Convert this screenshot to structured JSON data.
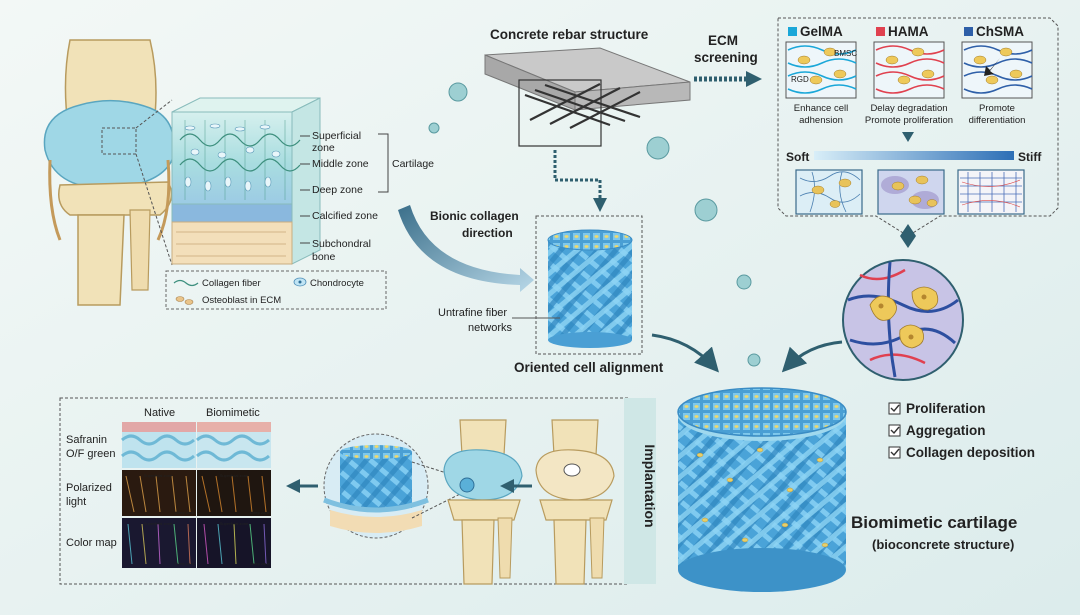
{
  "top": {
    "rebar_title": "Concrete rebar structure",
    "ecm_line1": "ECM",
    "ecm_line2": "screening"
  },
  "cartilage_layers": {
    "superficial_line1": "Superficial",
    "superficial_line2": "zone",
    "middle": "Middle zone",
    "deep": "Deep zone",
    "cartilage": "Cartilage",
    "calcified": "Calcified zone",
    "subchondral_line1": "Subchondral",
    "subchondral_line2": "bone"
  },
  "legend": {
    "collagen": "Collagen fiber",
    "chondrocyte": "Chondrocyte",
    "osteoblast": "Osteoblast in ECM"
  },
  "bionic": {
    "line1": "Bionic collagen",
    "line2": "direction",
    "fiber_line1": "Untrafine fiber",
    "fiber_line2": "networks",
    "oriented": "Oriented cell alignment"
  },
  "ecm_panels": [
    {
      "name": "GelMA",
      "color": "#1aa7d8",
      "desc1": "Enhance cell",
      "desc2": "adhension"
    },
    {
      "name": "HAMA",
      "color": "#e0414f",
      "desc1": "Delay degradation",
      "desc2": "Promote proliferation"
    },
    {
      "name": "ChSMA",
      "color": "#2e5fa8",
      "desc1": "Promote",
      "desc2": "differentiation"
    }
  ],
  "ecm_labels": {
    "bmsc": "BMSC",
    "rgd": "RGD"
  },
  "stiffness": {
    "soft": "Soft",
    "stiff": "Stiff"
  },
  "outcomes": [
    "Proliferation",
    "Aggregation",
    "Collagen deposition"
  ],
  "result": {
    "title": "Biomimetic cartilage",
    "subtitle": "(bioconcrete structure)"
  },
  "implantation": "Implantation",
  "histology": {
    "col_native": "Native",
    "col_biomimetic": "Biomimetic",
    "rows": [
      {
        "line1": "Safranin",
        "line2": "O/F green"
      },
      {
        "line1": "Polarized",
        "line2": "light"
      },
      {
        "line1": "Color map",
        "line2": ""
      }
    ],
    "zone_label_superficial": "Superficial zone",
    "zone_label_deep": "Deep zone"
  },
  "colors": {
    "background": "#e8f2f2",
    "scaffold": "#4aa8d6",
    "arrow": "#2f5f6f",
    "bubble": "#8cc6cc"
  }
}
